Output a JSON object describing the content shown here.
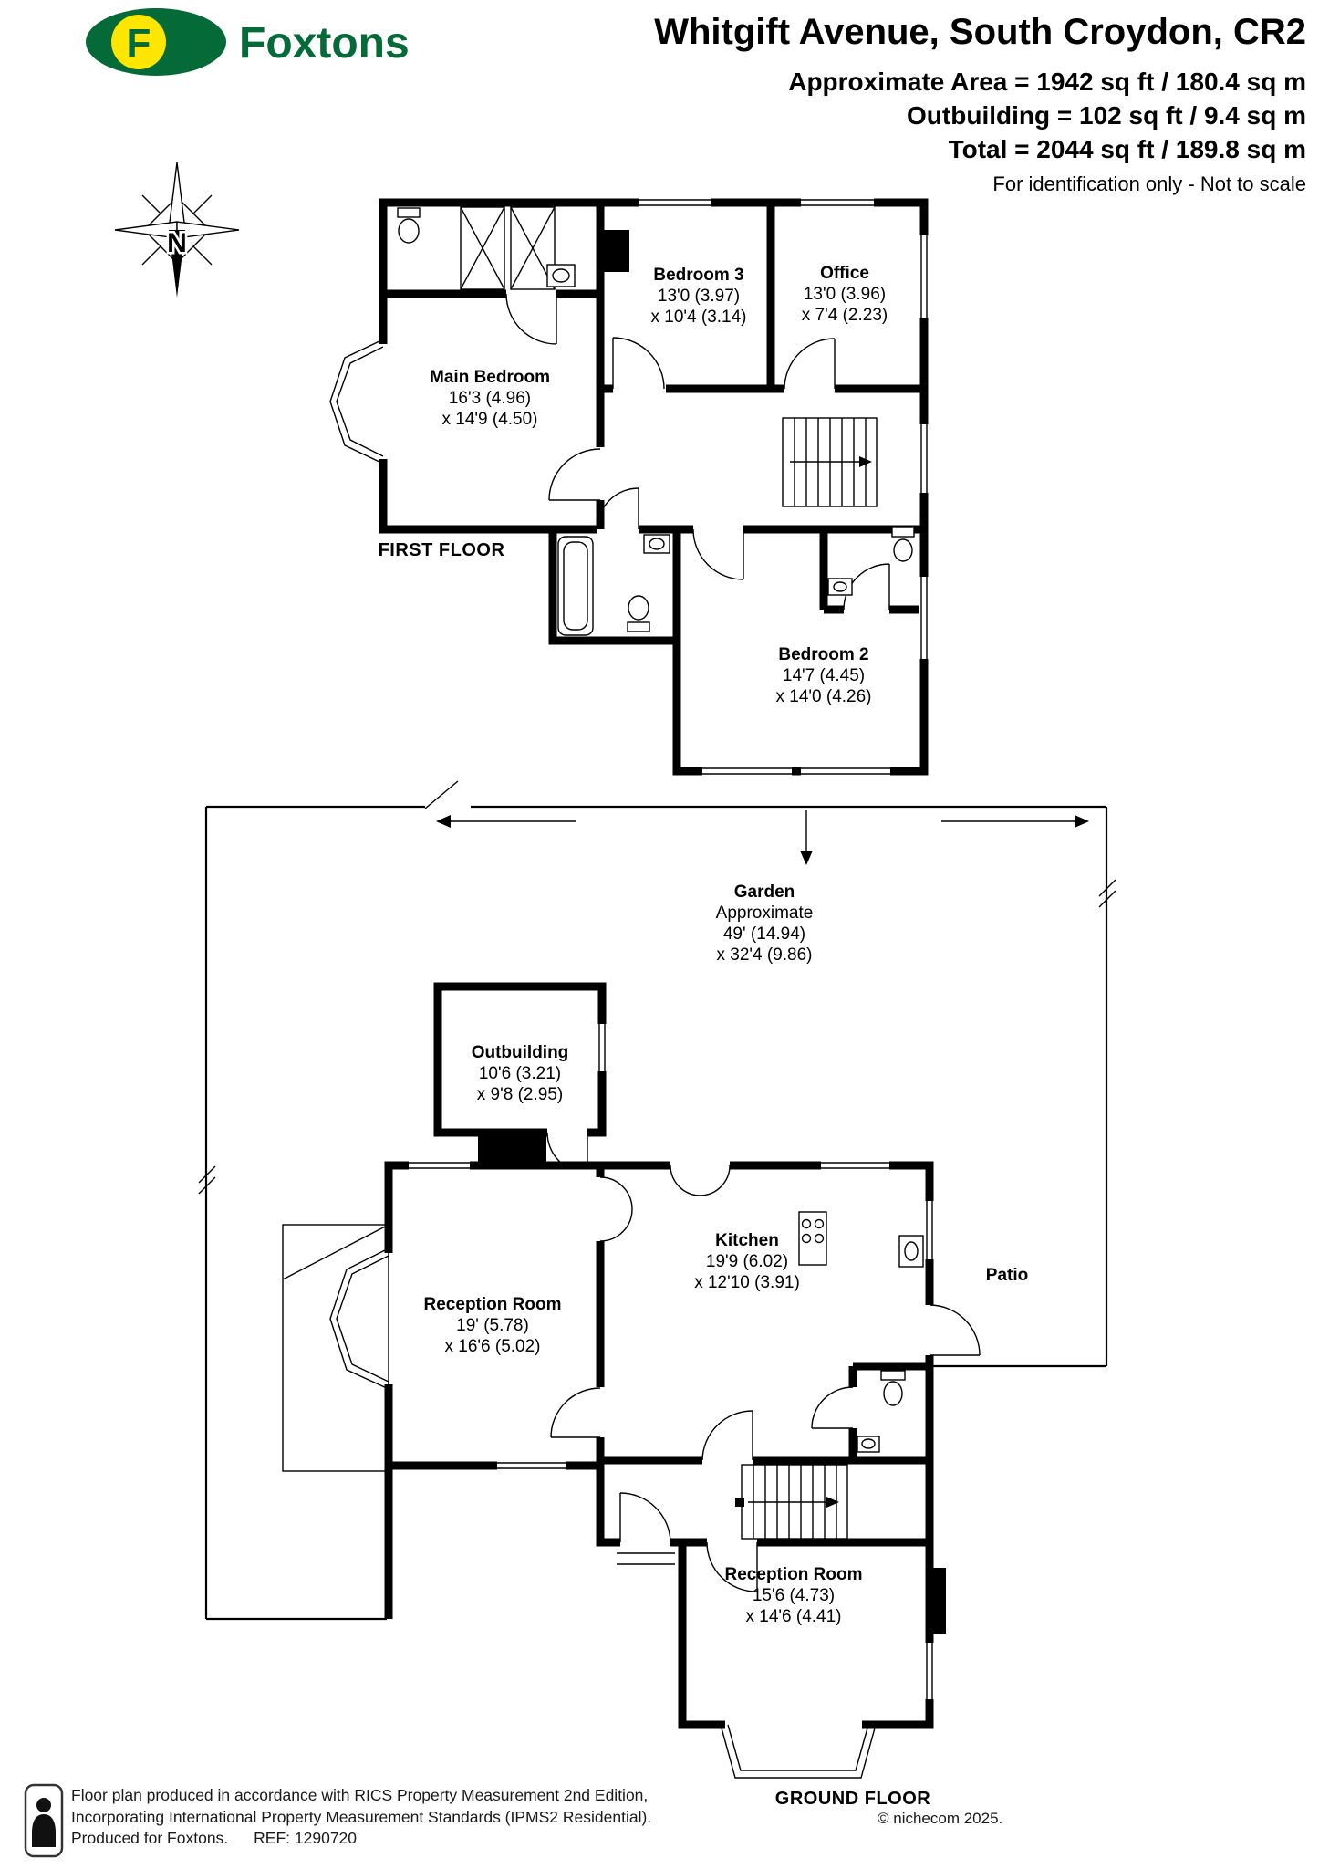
{
  "header": {
    "brand": "Foxtons",
    "brand_initial": "F",
    "title": "Whitgift Avenue, South Croydon, CR2",
    "area_lines": [
      "Approximate Area = 1942 sq ft / 180.4 sq m",
      "Outbuilding = 102 sq ft / 9.4 sq m",
      "Total = 2044 sq ft / 189.8 sq m"
    ],
    "disclaimer": "For identification only - Not to scale",
    "colors": {
      "brand_green": "#046A38",
      "brand_yellow": "#FFE600"
    }
  },
  "compass": {
    "label": "N"
  },
  "floors": {
    "first": {
      "caption": "FIRST FLOOR",
      "rooms": [
        {
          "name": "Main Bedroom",
          "dim1": "16'3 (4.96)",
          "dim2": "x 14'9 (4.50)"
        },
        {
          "name": "Bedroom 3",
          "dim1": "13'0 (3.97)",
          "dim2": "x 10'4 (3.14)"
        },
        {
          "name": "Office",
          "dim1": "13'0 (3.96)",
          "dim2": "x 7'4 (2.23)"
        },
        {
          "name": "Bedroom 2",
          "dim1": "14'7 (4.45)",
          "dim2": "x 14'0 (4.26)"
        }
      ]
    },
    "ground": {
      "caption": "GROUND FLOOR",
      "rooms": [
        {
          "name": "Garden",
          "note": "Approximate",
          "dim1": "49' (14.94)",
          "dim2": "x 32'4 (9.86)"
        },
        {
          "name": "Outbuilding",
          "dim1": "10'6 (3.21)",
          "dim2": "x 9'8 (2.95)"
        },
        {
          "name": "Reception Room",
          "dim1": "19' (5.78)",
          "dim2": "x 16'6 (5.02)"
        },
        {
          "name": "Kitchen",
          "dim1": "19'9 (6.02)",
          "dim2": "x 12'10 (3.91)"
        },
        {
          "name": "Patio"
        },
        {
          "name": "Reception Room",
          "dim1": "15'6 (4.73)",
          "dim2": "x 14'6 (4.41)"
        }
      ]
    }
  },
  "footer": {
    "line1": "Floor plan produced in accordance with RICS Property Measurement 2nd Edition,",
    "line2": "Incorporating International Property Measurement Standards (IPMS2 Residential).",
    "line3": "Produced for Foxtons.",
    "ref": "REF: 1290720",
    "copyright": "© nichecom 2025."
  }
}
